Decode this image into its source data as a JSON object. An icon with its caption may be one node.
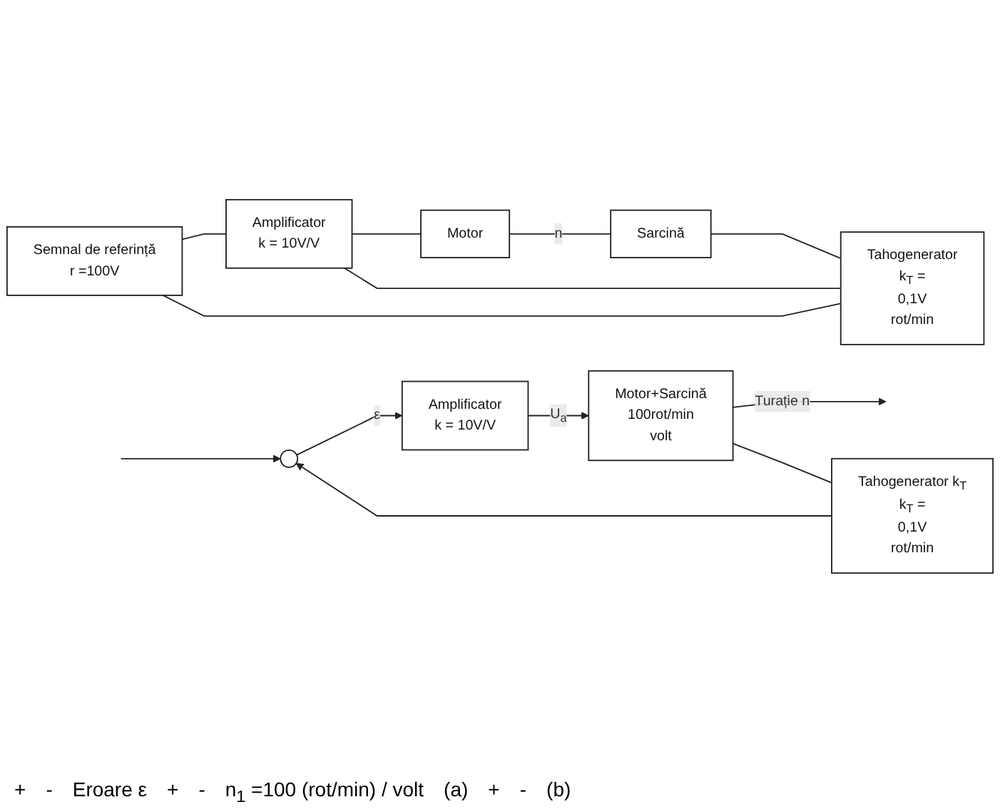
{
  "diagram": {
    "nodes": [
      {
        "text": [
          "Semnal de referință",
          "r =100V"
        ]
      },
      {
        "text": [
          "Amplificator",
          "k = 10V/V"
        ]
      },
      {
        "text": [
          "Motor"
        ]
      },
      {
        "text": [
          "Sarcină"
        ]
      },
      {
        "text": [
          "Tahogenerator",
          "k$_{T}$ =",
          "0,1V",
          "rot/min"
        ]
      },
      {
        "text": [],
        "shape": "circle"
      },
      {
        "text": [
          "Amplificator",
          "k = 10V/V"
        ]
      },
      {
        "text": [
          "Motor+Sarcină",
          "100rot/min",
          "volt"
        ]
      },
      {
        "text": [
          "Tahogenerator k$_{T}$",
          "k$_{T}$ =",
          "0,1V",
          "rot/min"
        ]
      }
    ],
    "edges": [
      {
        "from": 0,
        "to": 1,
        "arrow": "none"
      },
      {
        "from": 1,
        "to": 2,
        "arrow": "none"
      },
      {
        "from": 2,
        "to": 3,
        "label": "n",
        "arrow": "none"
      },
      {
        "from": 3,
        "to": 4,
        "arrow": "none"
      },
      {
        "from": 4,
        "to": 1,
        "arrow": "none"
      },
      {
        "from": 4,
        "to": 0,
        "arrow": "none"
      },
      {
        "from": null,
        "to": 5,
        "arrow": "to"
      },
      {
        "from": 5,
        "to": 6,
        "label": "ε",
        "arrow": "to"
      },
      {
        "from": 6,
        "to": 7,
        "label": "U$_{a}$",
        "arrow": "to"
      },
      {
        "from": 7,
        "to": null,
        "label": "Turație n",
        "arrow": "to"
      },
      {
        "from": 7,
        "to": 8,
        "arrow": "none"
      },
      {
        "from": 8,
        "to": 5,
        "arrow": "to"
      }
    ],
    "labels": [
      "+",
      "-",
      "Eroare ε",
      "+",
      "-",
      "n$_{1}$ =100 (rot/min) / volt",
      "(a)",
      "+",
      "-",
      "(b)"
    ]
  }
}
